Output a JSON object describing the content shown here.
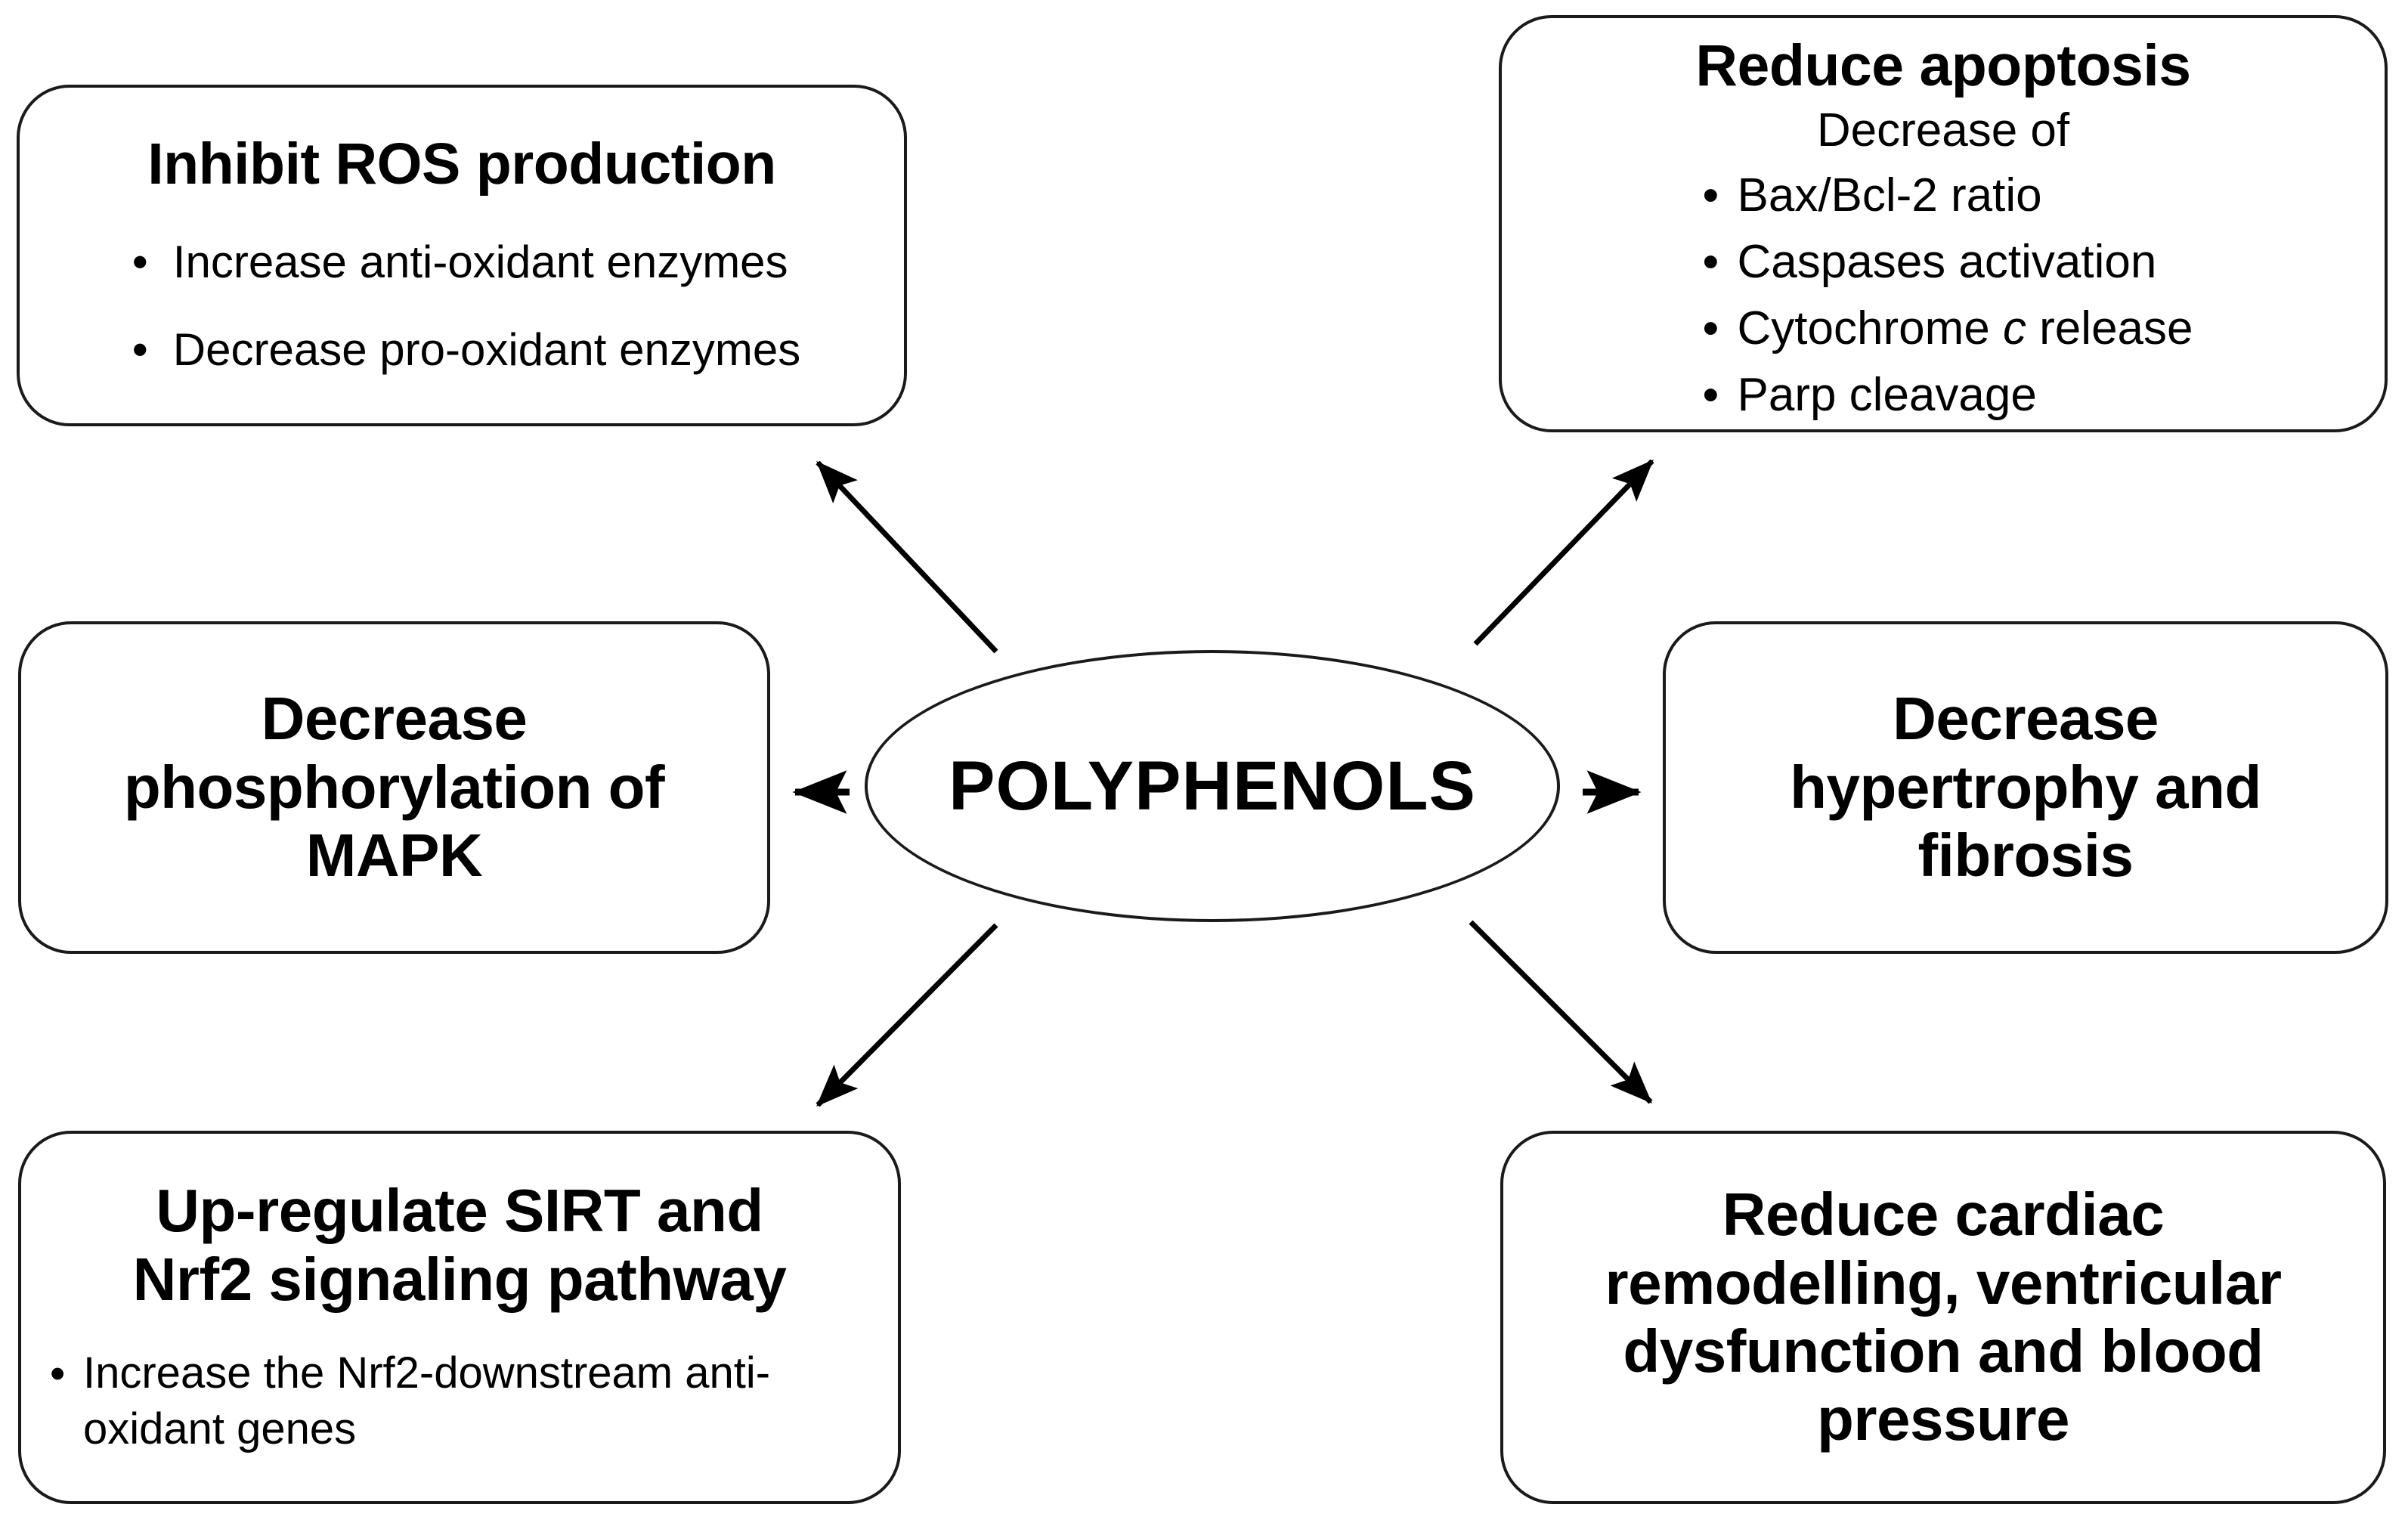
{
  "diagram": {
    "title": "Polyphenols cardioprotective mechanisms",
    "center": {
      "label": "POLYPHENOLS"
    },
    "colors": {
      "stroke": "#1a1a1a",
      "text": "#000000",
      "background": "#ffffff"
    },
    "nodes": [
      {
        "id": "inhibit-ros-production",
        "title": "Inhibit ROS production",
        "bullets": [
          "Increase anti-oxidant  enzymes",
          "Decrease pro-oxidant  enzymes"
        ]
      },
      {
        "id": "reduce-apoptosis",
        "title": "Reduce apoptosis",
        "subtitle": "Decrease of",
        "bullets": [
          "Bax/Bcl-2 ratio",
          "Caspases activation",
          "Cytochrome c release",
          "Parp cleavage"
        ],
        "bullets_rich": [
          {
            "before": "Bax/Bcl-2 ratio",
            "italic": "",
            "after": ""
          },
          {
            "before": "Caspases activation",
            "italic": "",
            "after": ""
          },
          {
            "before": "Cytochrome ",
            "italic": "c",
            "after": " release"
          },
          {
            "before": "Parp cleavage",
            "italic": "",
            "after": ""
          }
        ]
      },
      {
        "id": "decrease-phosphorylation-mapk",
        "title": "Decrease phosphorylation of MAPK",
        "lines": [
          "Decrease",
          "phosphorylation of",
          "MAPK"
        ]
      },
      {
        "id": "decrease-hypertrophy-fibrosis",
        "title": "Decrease hypertrophy and fibrosis",
        "lines": [
          "Decrease",
          "hypertrophy and",
          "fibrosis"
        ]
      },
      {
        "id": "up-regulate-sirt-nrf2",
        "title": "Up-regulate SIRT and Nrf2 signaling pathway",
        "lines": [
          "Up-regulate SIRT and",
          "Nrf2 signaling pathway"
        ],
        "bullets": [
          "Increase the Nrf2-downstream anti-oxidant genes"
        ]
      },
      {
        "id": "reduce-cardiac-remodelling",
        "title": "Reduce cardiac remodelling, ventricular dysfunction and blood pressure",
        "lines": [
          "Reduce cardiac",
          "remodelling, ventricular",
          "dysfunction and blood",
          "pressure"
        ]
      }
    ],
    "connectors": [
      {
        "id": "center-to-inhibit-ros",
        "from": "center",
        "to": "inhibit-ros-production",
        "direction": "up-left"
      },
      {
        "id": "center-to-reduce-apoptosis",
        "from": "center",
        "to": "reduce-apoptosis",
        "direction": "up-right"
      },
      {
        "id": "center-to-mapk",
        "from": "center",
        "to": "decrease-phosphorylation-mapk",
        "direction": "left"
      },
      {
        "id": "center-to-hypertrophy",
        "from": "center",
        "to": "decrease-hypertrophy-fibrosis",
        "direction": "right"
      },
      {
        "id": "center-to-sirt",
        "from": "center",
        "to": "up-regulate-sirt-nrf2",
        "direction": "down-left"
      },
      {
        "id": "center-to-remodelling",
        "from": "center",
        "to": "reduce-cardiac-remodelling",
        "direction": "down-right"
      }
    ],
    "bullet_glyph": "•"
  }
}
